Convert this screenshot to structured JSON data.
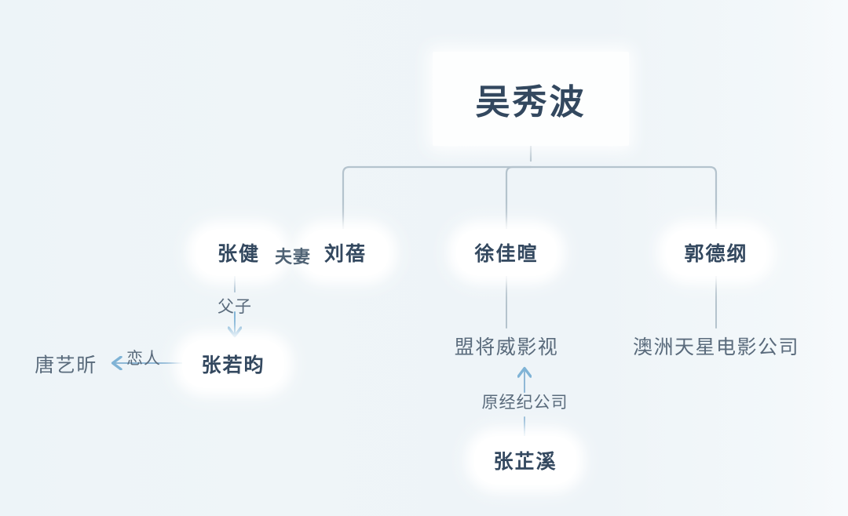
{
  "theme": {
    "background": "#eff5f8",
    "node_fill": "#ffffff",
    "node_text": "#33485f",
    "plain_text": "#5a6b7c",
    "connector_gray": "#b4c3cd",
    "arrow_blue": "#7fb3d6"
  },
  "diagram": {
    "type": "relationship-tree",
    "root": {
      "id": "wu-xiubo",
      "label": "吴秀波",
      "style": "card"
    },
    "nodes": [
      {
        "id": "zhang-jian",
        "label": "张健",
        "style": "pill"
      },
      {
        "id": "liu-bei",
        "label": "刘蓓",
        "style": "pill"
      },
      {
        "id": "xu-jiaxuan",
        "label": "徐佳暄",
        "style": "pill"
      },
      {
        "id": "guo-degang",
        "label": "郭德纲",
        "style": "pill"
      },
      {
        "id": "zhang-ruoyun",
        "label": "张若昀",
        "style": "pill"
      },
      {
        "id": "tang-yixin",
        "label": "唐艺昕",
        "style": "plain"
      },
      {
        "id": "mengjiangwei",
        "label": "盟将威影视",
        "style": "plain"
      },
      {
        "id": "aozhou-tianxing",
        "label": "澳洲天星电影公司",
        "style": "plain"
      },
      {
        "id": "zhang-zhixi",
        "label": "张芷溪",
        "style": "pill"
      }
    ],
    "edges": [
      {
        "from": "wu-xiubo",
        "to": "zhang-jian",
        "label": "",
        "arrow": "none"
      },
      {
        "from": "wu-xiubo",
        "to": "xu-jiaxuan",
        "label": "",
        "arrow": "none"
      },
      {
        "from": "wu-xiubo",
        "to": "guo-degang",
        "label": "",
        "arrow": "none"
      },
      {
        "from": "zhang-jian",
        "to": "liu-bei",
        "label": "夫妻",
        "arrow": "none"
      },
      {
        "from": "zhang-jian",
        "to": "zhang-ruoyun",
        "label": "父子",
        "arrow": "down"
      },
      {
        "from": "zhang-ruoyun",
        "to": "tang-yixin",
        "label": "恋人",
        "arrow": "left"
      },
      {
        "from": "xu-jiaxuan",
        "to": "mengjiangwei",
        "label": "",
        "arrow": "none"
      },
      {
        "from": "guo-degang",
        "to": "aozhou-tianxing",
        "label": "",
        "arrow": "none"
      },
      {
        "from": "zhang-zhixi",
        "to": "mengjiangwei",
        "label": "原经纪公司",
        "arrow": "up"
      }
    ],
    "labels": {
      "couple": "夫妻",
      "father_son": "父子",
      "lovers": "恋人",
      "former_agency": "原经纪公司"
    }
  }
}
